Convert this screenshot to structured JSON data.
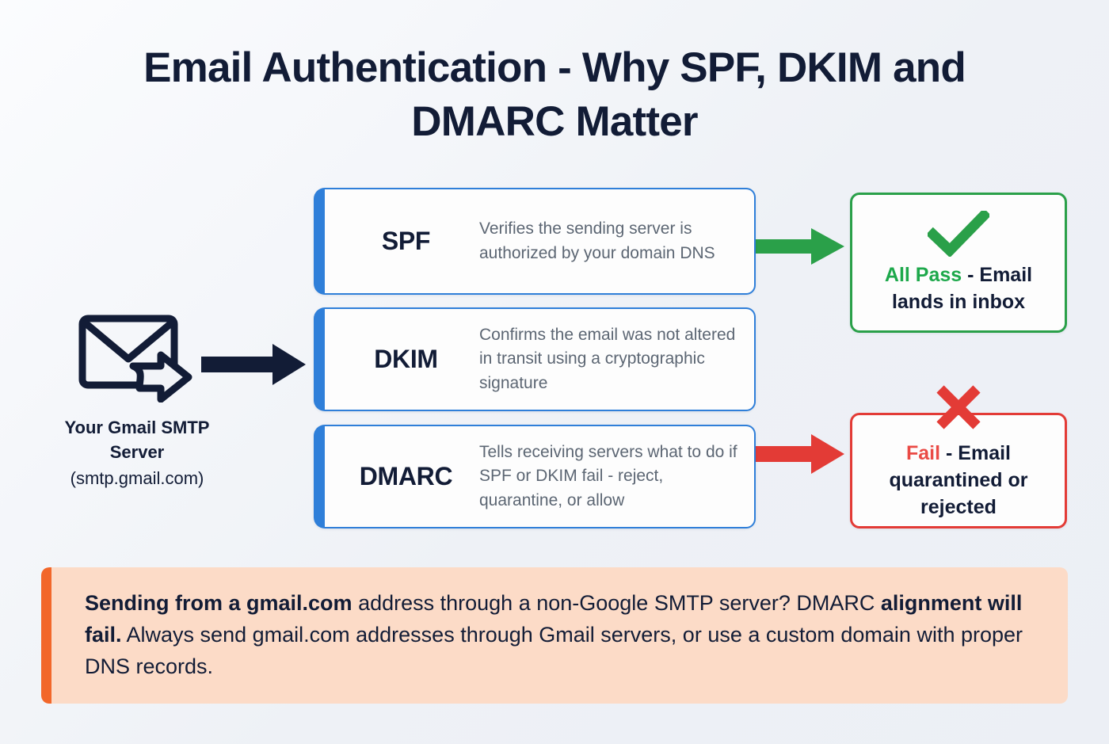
{
  "title": "Email Authentication - Why SPF, DKIM and DMARC Matter",
  "source": {
    "icon": "envelope-forward-icon",
    "label": "Your Gmail SMTP Server",
    "sublabel": "(smtp.gmail.com)"
  },
  "arrows": {
    "main": {
      "name": "flow-arrow-main",
      "color": "#121c36"
    },
    "pass": {
      "name": "flow-arrow-pass",
      "color": "#2aa049"
    },
    "fail": {
      "name": "flow-arrow-fail",
      "color": "#e33b36"
    }
  },
  "mechanisms": [
    {
      "tag": "SPF",
      "description": "Verifies the sending server is authorized by your domain DNS"
    },
    {
      "tag": "DKIM",
      "description": "Confirms the email was not altered in transit using a cryptographic signature"
    },
    {
      "tag": "DMARC",
      "description": "Tells receiving servers what to do if SPF or DKIM fail - reject, quarantine, or allow"
    }
  ],
  "outcomes": {
    "pass": {
      "icon": "check-icon",
      "keyword": "All Pass",
      "rest": " - Email lands in inbox",
      "color": "#2aa049"
    },
    "fail": {
      "icon": "cross-icon",
      "keyword": "Fail",
      "rest": " - Email quarantined or rejected",
      "color": "#e33b36"
    }
  },
  "callout": {
    "bold_lead": "Sending from a gmail.com",
    "mid": " address through a non-Google SMTP server? DMARC ",
    "bold_second": "alignment will fail.",
    "tail": " Always send gmail.com addresses through Gmail servers, or use a custom domain with proper DNS records.",
    "accent_color": "#f2672a",
    "background_color": "#fcdbc7"
  },
  "theme": {
    "navy": "#121c36",
    "blue": "#2f7fd9",
    "gray_text": "#5c6673",
    "page_background": "#eef1f6"
  }
}
